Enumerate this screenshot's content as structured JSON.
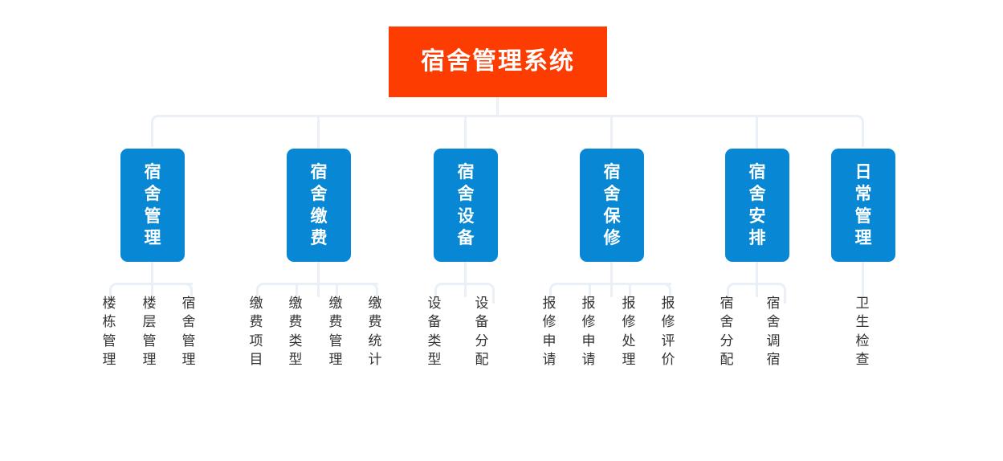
{
  "diagram": {
    "type": "organization-tree",
    "title": "宿舍管理系统",
    "colors": {
      "root": "#fc3c00",
      "branch": "#0888d4",
      "connector": "#eaf0f6",
      "leaf_text": "#333333",
      "background": "#ffffff"
    },
    "root": {
      "label": "宿舍管理系统"
    },
    "branches": [
      {
        "label": "宿舍管理",
        "children": [
          {
            "label": "楼栋管理"
          },
          {
            "label": "楼层管理"
          },
          {
            "label": "宿舍管理"
          }
        ]
      },
      {
        "label": "宿舍缴费",
        "children": [
          {
            "label": "缴费项目"
          },
          {
            "label": "缴费类型"
          },
          {
            "label": "缴费管理"
          },
          {
            "label": "缴费统计"
          }
        ]
      },
      {
        "label": "宿舍设备",
        "children": [
          {
            "label": "设备类型"
          },
          {
            "label": "设备分配"
          }
        ]
      },
      {
        "label": "宿舍保修",
        "children": [
          {
            "label": "报修申请"
          },
          {
            "label": "报修申请"
          },
          {
            "label": "报修处理"
          },
          {
            "label": "报修评价"
          }
        ]
      },
      {
        "label": "宿舍安排",
        "children": [
          {
            "label": "宿舍分配"
          },
          {
            "label": "宿舍调宿"
          }
        ]
      },
      {
        "label": "日常管理",
        "children": [
          {
            "label": "卫生检查"
          }
        ]
      }
    ]
  }
}
